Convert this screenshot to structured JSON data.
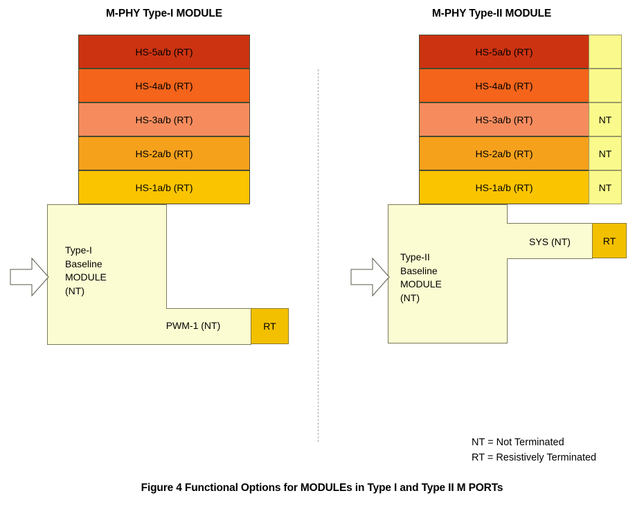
{
  "figure": {
    "caption": "Figure 4 Functional Options for MODULEs in Type I and Type II M PORTs",
    "divider": {
      "name": "panel-divider",
      "style": "dashed-vertical"
    }
  },
  "legend": {
    "nt": "NT = Not Terminated",
    "rt": "RT = Resistively Terminated"
  },
  "colors": {
    "hs5": "#cc3311",
    "hs4": "#f4641a",
    "hs3": "#f68c5e",
    "hs2": "#f5a11c",
    "hs1": "#fbc400",
    "rt_box": "#f3c000",
    "nt_cell": "#fafa8c",
    "baseline": "#fcfcd2",
    "outline": "#4a4a30",
    "divider": "#a9a9a9"
  },
  "panels": [
    {
      "id": "type-i",
      "title": "M-PHY Type-I MODULE",
      "hs_lanes": [
        {
          "label": "HS-5a/b (RT)",
          "color_key": "hs5",
          "nt": null
        },
        {
          "label": "HS-4a/b (RT)",
          "color_key": "hs4",
          "nt": null
        },
        {
          "label": "HS-3a/b (RT)",
          "color_key": "hs3",
          "nt": null
        },
        {
          "label": "HS-2a/b (RT)",
          "color_key": "hs2",
          "nt": null
        },
        {
          "label": "HS-1a/b (RT)",
          "color_key": "hs1",
          "nt": null
        }
      ],
      "baseline": {
        "lines": "Type-I\nBaseline\nMODULE\n(NT)"
      },
      "branch": {
        "label": "PWM-1 (NT)",
        "terminator": "RT"
      },
      "arrow": {
        "name": "module-input-arrow"
      }
    },
    {
      "id": "type-ii",
      "title": "M-PHY Type-II MODULE",
      "hs_lanes": [
        {
          "label": "HS-5a/b (RT)",
          "color_key": "hs5",
          "nt": ""
        },
        {
          "label": "HS-4a/b (RT)",
          "color_key": "hs4",
          "nt": ""
        },
        {
          "label": "HS-3a/b (RT)",
          "color_key": "hs3",
          "nt": "NT"
        },
        {
          "label": "HS-2a/b (RT)",
          "color_key": "hs2",
          "nt": "NT"
        },
        {
          "label": "HS-1a/b (RT)",
          "color_key": "hs1",
          "nt": "NT"
        }
      ],
      "baseline": {
        "lines": "Type-II\nBaseline\nMODULE\n(NT)"
      },
      "branch": {
        "label": "SYS (NT)",
        "terminator": "RT"
      },
      "arrow": {
        "name": "module-input-arrow"
      }
    }
  ]
}
